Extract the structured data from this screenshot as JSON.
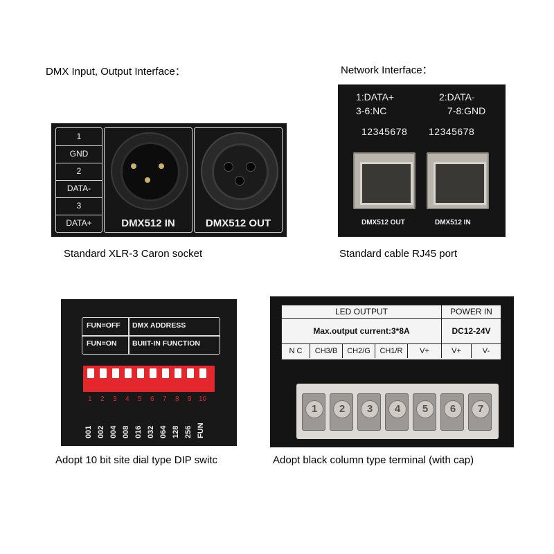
{
  "captions": {
    "dmx_heading": "DMX Input, Output Interface：",
    "network_heading": "Network Interface：",
    "xlr_caption": "Standard XLR-3 Caron socket",
    "rj45_caption": "Standard cable RJ45 port",
    "dip_caption": "Adopt 10 bit site dial type DIP switc",
    "terminal_caption": "Adopt black column type terminal (with cap)"
  },
  "xlr_panel": {
    "pin_labels": [
      "1",
      "GND",
      "2",
      "DATA-",
      "3",
      "DATA+"
    ],
    "in_label": "DMX512 IN",
    "out_label": "DMX512 OUT"
  },
  "rj45_panel": {
    "pin_left": "1:DATA+",
    "pin_left2": "3-6:NC",
    "pin_right": "2:DATA-",
    "pin_right2": "7-8:GND",
    "numbers_left": "12345678",
    "numbers_right": "12345678",
    "out_label": "DMX512 OUT",
    "in_label": "DMX512 IN"
  },
  "dip_panel": {
    "fun_off": "FUN=OFF",
    "fun_on": "FUN=ON",
    "dmx_address": "DMX ADDRESS",
    "builtin_function": "BUIIT-IN FUNCTION",
    "switch_numbers": [
      "1",
      "2",
      "3",
      "4",
      "5",
      "6",
      "7",
      "8",
      "9",
      "10"
    ],
    "switch_values": [
      "001",
      "002",
      "004",
      "008",
      "016",
      "032",
      "064",
      "128",
      "256",
      "FUN"
    ]
  },
  "terminal_panel": {
    "led_output": "LED OUTPUT",
    "power_in": "POWER IN",
    "max_current": "Max.output current:3*8A",
    "voltage": "DC12-24V",
    "channels": [
      "N C",
      "CH3/B",
      "CH2/G",
      "CH1/R",
      "V+",
      "V+",
      "V-"
    ],
    "terminal_numbers": [
      "1",
      "2",
      "3",
      "4",
      "5",
      "6",
      "7"
    ]
  },
  "colors": {
    "panel": "#141414",
    "dip_red": "#e4262d",
    "label_white": "#f4f4f4",
    "port_metal": "#b9b5ad"
  }
}
